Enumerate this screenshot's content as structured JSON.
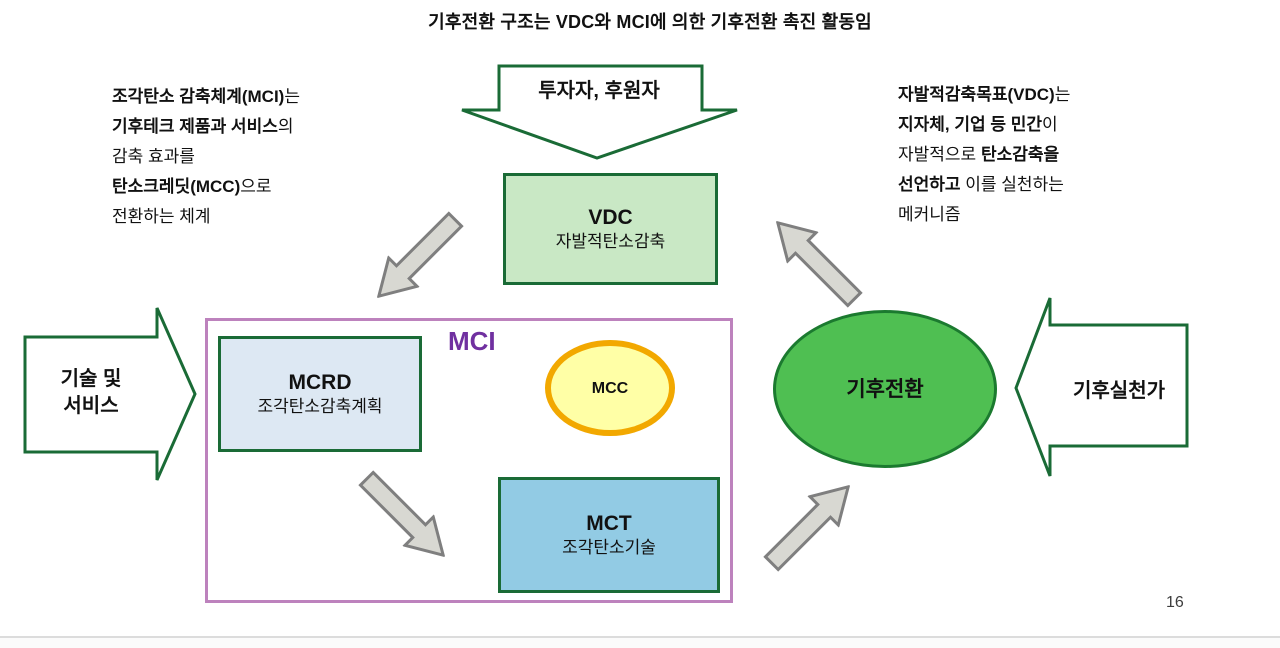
{
  "title": "기후전환 구조는 VDC와 MCI에 의한 기후전환 촉진 활동임",
  "page_number": "16",
  "colors": {
    "dark-green": "#1a6b36",
    "purple-border": "#bd82bd",
    "purple-text": "#7030a0",
    "vdc-fill": "#c9e8c5",
    "mcrd-fill": "#dde8f3",
    "mct-fill": "#92cbe4",
    "mcc-fill": "#ffffa6",
    "mcc-border": "#f2a800",
    "ellipse-fill": "#4fbf52",
    "ellipse-border": "#1b7a2f",
    "gray-fill": "#d8d8d2",
    "gray-border": "#7f7f7f"
  },
  "notes": {
    "left": {
      "lines": [
        [
          {
            "t": "조각탄소 감축체계(MCI)",
            "b": true
          },
          {
            "t": "는",
            "b": false
          }
        ],
        [
          {
            "t": "기후테크 제품과 서비스",
            "b": true
          },
          {
            "t": "의",
            "b": false
          }
        ],
        [
          {
            "t": "감축 효과를",
            "b": false
          }
        ],
        [
          {
            "t": "탄소크레딧(MCC)",
            "b": true
          },
          {
            "t": "으로",
            "b": false
          }
        ],
        [
          {
            "t": "전환하는 체계",
            "b": false
          }
        ]
      ]
    },
    "right": {
      "lines": [
        [
          {
            "t": "자발적감축목표(VDC)",
            "b": true
          },
          {
            "t": "는",
            "b": false
          }
        ],
        [
          {
            "t": "지자체, 기업 등 민간",
            "b": true
          },
          {
            "t": "이",
            "b": false
          }
        ],
        [
          {
            "t": "자발적으로 ",
            "b": false
          },
          {
            "t": "탄소감축을",
            "b": true
          }
        ],
        [
          {
            "t": "선언하고",
            "b": true
          },
          {
            "t": " 이를 실천하는",
            "b": false
          }
        ],
        [
          {
            "t": "메커니즘",
            "b": false
          }
        ]
      ]
    }
  },
  "top_arrow": {
    "label": "투자자, 후원자"
  },
  "left_arrow": {
    "line1": "기술 및",
    "line2": "서비스"
  },
  "right_arrow": {
    "label": "기후실천가"
  },
  "vdc": {
    "title": "VDC",
    "subtitle": "자발적탄소감축"
  },
  "mci": {
    "label": "MCI"
  },
  "mcrd": {
    "title": "MCRD",
    "subtitle": "조각탄소감축계획"
  },
  "mcc": {
    "label": "MCC"
  },
  "mct": {
    "title": "MCT",
    "subtitle": "조각탄소기술"
  },
  "climate": {
    "label": "기후전환"
  }
}
